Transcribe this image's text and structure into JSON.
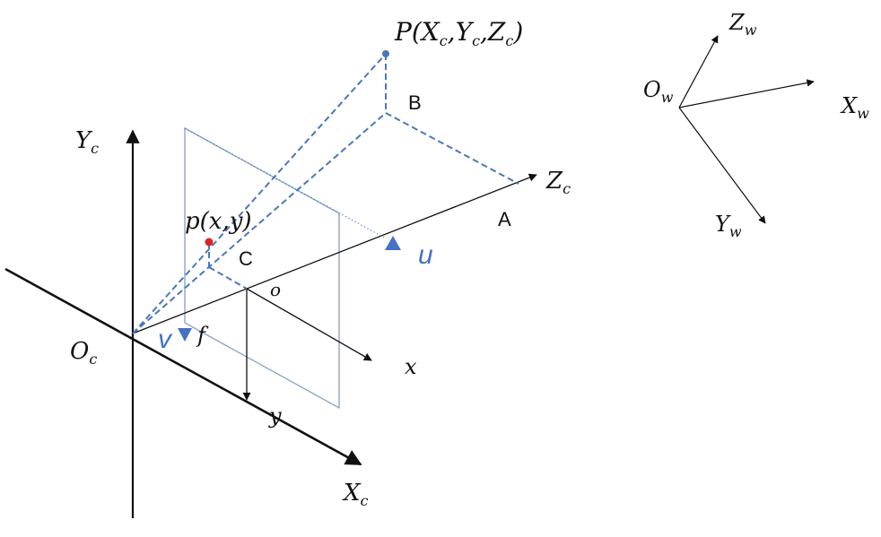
{
  "diagram": {
    "colors": {
      "axis": "#111111",
      "projection_dash": "#4a78b8",
      "image_plane": "#8aa6cc",
      "image_axes_blue": "#4472c4",
      "image_point": "#dd2222",
      "world_point": "#4a78b8"
    },
    "labels": {
      "world_point": {
        "letter": "P",
        "body": "(X",
        "s1": "c",
        "m1": ",Y",
        "s2": "c",
        "m2": ",Z",
        "s3": "c",
        "end": ")"
      },
      "point_B": "B",
      "point_A": "A",
      "point_C": "C",
      "image_point": "p(x,y)",
      "u_axis": "u",
      "v_axis": "v",
      "focal": "f",
      "image_origin": "o",
      "image_x": "x",
      "image_y": "y",
      "camera_origin": {
        "main": "O",
        "sub": "c"
      },
      "camera_x": {
        "main": "X",
        "sub": "c"
      },
      "camera_y": {
        "main": "Y",
        "sub": "c"
      },
      "camera_z": {
        "main": "Z",
        "sub": "c"
      },
      "world_origin": {
        "main": "O",
        "sub": "w"
      },
      "world_x": {
        "main": "X",
        "sub": "w"
      },
      "world_y": {
        "main": "Y",
        "sub": "w"
      },
      "world_z": {
        "main": "Z",
        "sub": "w"
      }
    }
  }
}
